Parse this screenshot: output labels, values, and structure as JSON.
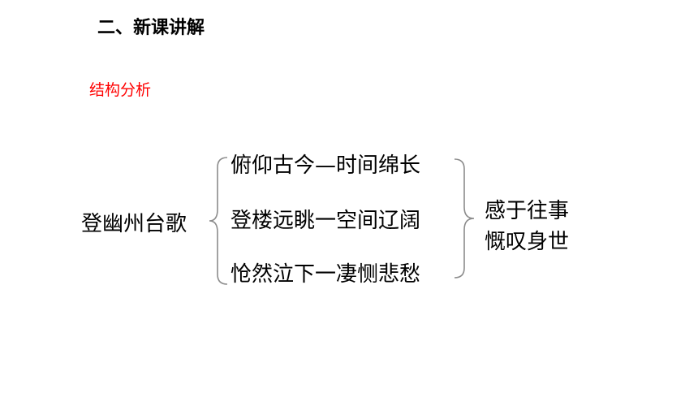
{
  "header": {
    "section_title": "二、新课讲解",
    "subheading": "结构分析"
  },
  "diagram": {
    "root": "登幽州台歌",
    "branches": [
      "俯仰古今—时间绵长",
      "登楼远眺一空间辽阔",
      "怆然泣下一凄恻悲愁"
    ],
    "conclusion": [
      "感于往事",
      "慨叹身世"
    ]
  },
  "colors": {
    "text": "#000000",
    "accent": "#ff0000",
    "background": "#ffffff",
    "brace": "#8c8c8c"
  }
}
